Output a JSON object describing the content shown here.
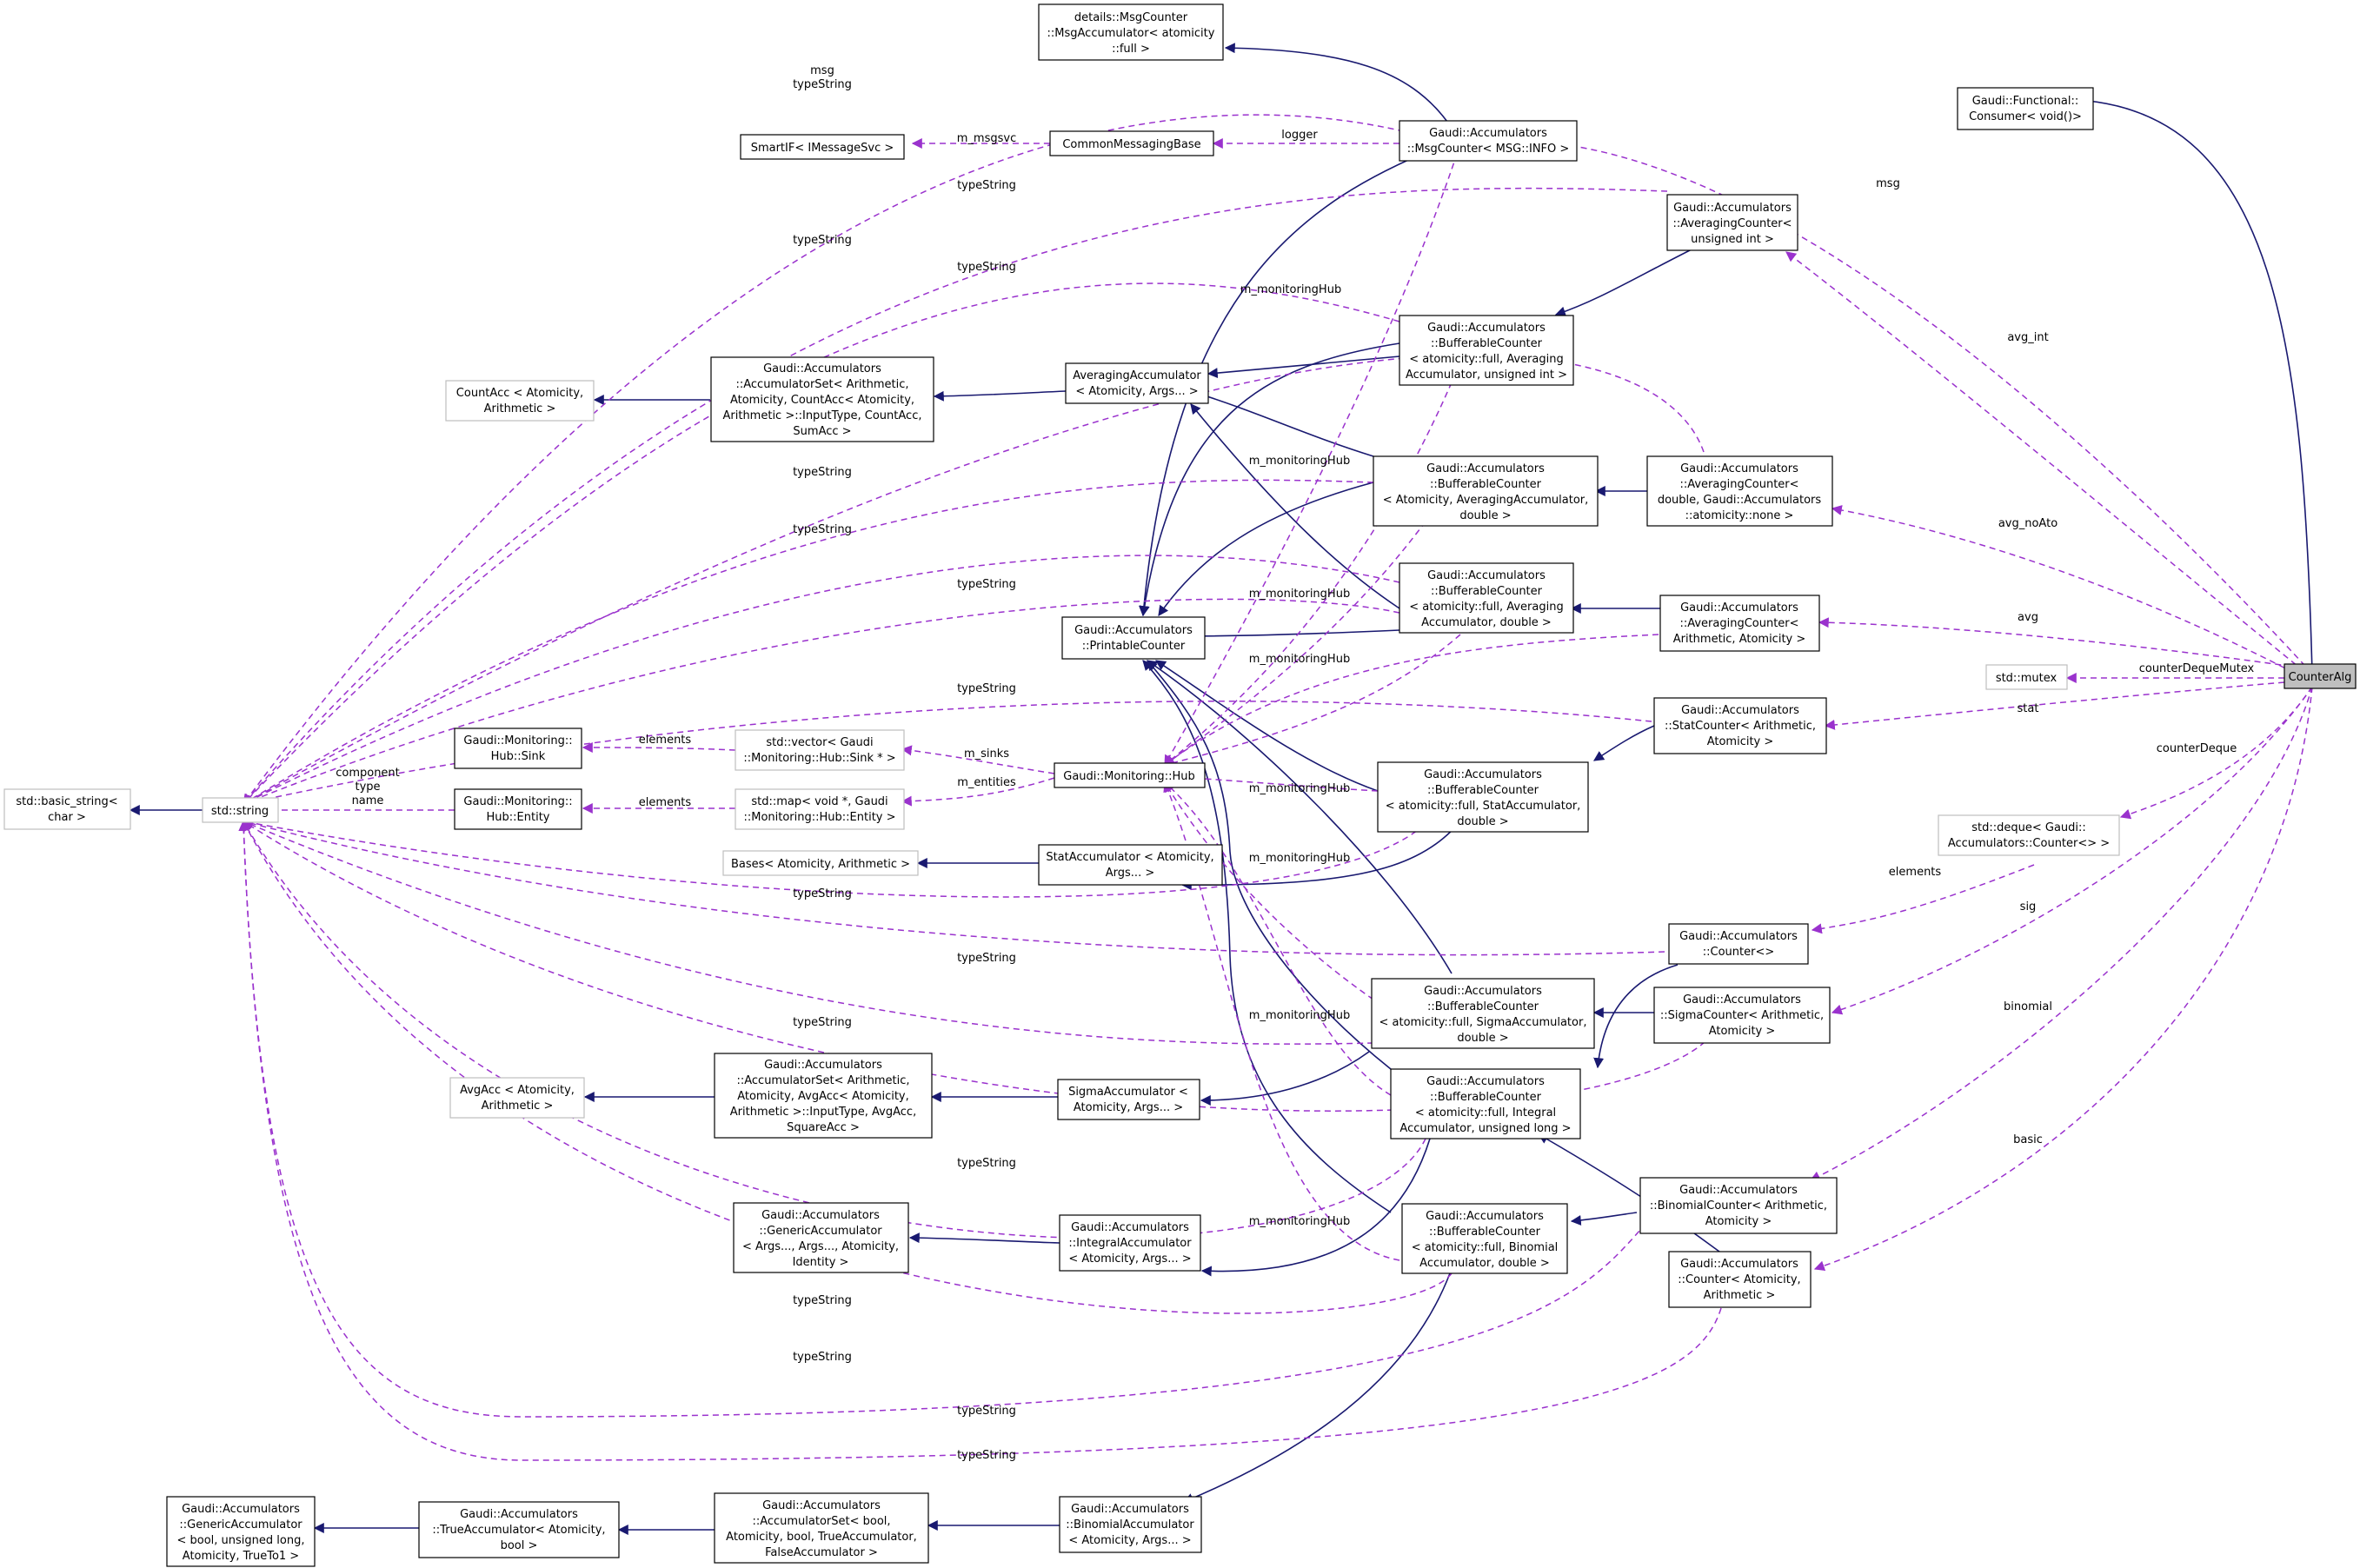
{
  "colors": {
    "inherit_edge": "#191970",
    "usage_edge": "#9a32cd",
    "node_border": "#000000",
    "ghost_border": "#bfbfbf",
    "highlight_fill": "#bfbfbf",
    "background": "#ffffff"
  },
  "nodes": {
    "counteralg": {
      "lines": [
        "CounterAlg"
      ]
    },
    "functional_consumer": {
      "lines": [
        "Gaudi::Functional::",
        "Consumer< void()>"
      ]
    },
    "msgcounter_acc": {
      "lines": [
        "details::MsgCounter",
        "::MsgAccumulator< atomicity",
        "::full >"
      ]
    },
    "msgcounter": {
      "lines": [
        "Gaudi::Accumulators",
        "::MsgCounter< MSG::INFO >"
      ]
    },
    "commonmessaging": {
      "lines": [
        "CommonMessagingBase"
      ]
    },
    "smartif": {
      "lines": [
        "SmartIF< IMessageSvc >"
      ]
    },
    "avg_counter_uint": {
      "lines": [
        "Gaudi::Accumulators",
        "::AveragingCounter<",
        "unsigned int >"
      ]
    },
    "buf_avg_uint": {
      "lines": [
        "Gaudi::Accumulators",
        "::BufferableCounter",
        "< atomicity::full, Averaging",
        "Accumulator, unsigned int >"
      ]
    },
    "averaging_acc": {
      "lines": [
        "AveragingAccumulator",
        "< Atomicity, Args... >"
      ]
    },
    "accset_count_sum": {
      "lines": [
        "Gaudi::Accumulators",
        "::AccumulatorSet< Arithmetic,",
        "Atomicity, CountAcc< Atomicity,",
        "Arithmetic >::InputType, CountAcc,",
        "SumAcc >"
      ]
    },
    "countacc": {
      "lines": [
        "CountAcc < Atomicity,",
        "Arithmetic >"
      ]
    },
    "buf_avg_atom_double": {
      "lines": [
        "Gaudi::Accumulators",
        "::BufferableCounter",
        "< Atomicity, AveragingAccumulator,",
        "double >"
      ]
    },
    "avg_counter_double_none": {
      "lines": [
        "Gaudi::Accumulators",
        "::AveragingCounter<",
        "double, Gaudi::Accumulators",
        "::atomicity::none >"
      ]
    },
    "buf_avg_full_double": {
      "lines": [
        "Gaudi::Accumulators",
        "::BufferableCounter",
        "< atomicity::full, Averaging",
        "Accumulator, double >"
      ]
    },
    "avg_counter_arith": {
      "lines": [
        "Gaudi::Accumulators",
        "::AveragingCounter<",
        "Arithmetic, Atomicity >"
      ]
    },
    "printable_counter": {
      "lines": [
        "Gaudi::Accumulators",
        "::PrintableCounter"
      ]
    },
    "std_mutex": {
      "lines": [
        "std::mutex"
      ]
    },
    "stat_counter": {
      "lines": [
        "Gaudi::Accumulators",
        "::StatCounter< Arithmetic,",
        "Atomicity >"
      ]
    },
    "hub_sink": {
      "lines": [
        "Gaudi::Monitoring::",
        "Hub::Sink"
      ]
    },
    "vector_sink": {
      "lines": [
        "std::vector< Gaudi",
        "::Monitoring::Hub::Sink * >"
      ]
    },
    "monitoring_hub": {
      "lines": [
        "Gaudi::Monitoring::Hub"
      ]
    },
    "buf_stat_full_double": {
      "lines": [
        "Gaudi::Accumulators",
        "::BufferableCounter",
        "< atomicity::full, StatAccumulator,",
        "double >"
      ]
    },
    "basic_string": {
      "lines": [
        "std::basic_string<",
        "char >"
      ]
    },
    "std_string": {
      "lines": [
        "std::string"
      ]
    },
    "hub_entity": {
      "lines": [
        "Gaudi::Monitoring::",
        "Hub::Entity"
      ]
    },
    "map_entity": {
      "lines": [
        "std::map< void *, Gaudi",
        "::Monitoring::Hub::Entity >"
      ]
    },
    "deque_counter": {
      "lines": [
        "std::deque< Gaudi::",
        "Accumulators::Counter<> >"
      ]
    },
    "bases": {
      "lines": [
        "Bases< Atomicity, Arithmetic >"
      ]
    },
    "stat_acc": {
      "lines": [
        "StatAccumulator < Atomicity,",
        "Args... >"
      ]
    },
    "counter_default": {
      "lines": [
        "Gaudi::Accumulators",
        "::Counter<>"
      ]
    },
    "buf_sigma_full_double": {
      "lines": [
        "Gaudi::Accumulators",
        "::BufferableCounter",
        "< atomicity::full, SigmaAccumulator,",
        "double >"
      ]
    },
    "sigma_counter": {
      "lines": [
        "Gaudi::Accumulators",
        "::SigmaCounter< Arithmetic,",
        "Atomicity >"
      ]
    },
    "avgacc": {
      "lines": [
        "AvgAcc < Atomicity,",
        "Arithmetic >"
      ]
    },
    "accset_avg_square": {
      "lines": [
        "Gaudi::Accumulators",
        "::AccumulatorSet< Arithmetic,",
        "Atomicity, AvgAcc< Atomicity,",
        "Arithmetic >::InputType, AvgAcc,",
        "SquareAcc >"
      ]
    },
    "sigma_acc": {
      "lines": [
        "SigmaAccumulator <",
        "Atomicity, Args... >"
      ]
    },
    "buf_integral_ulong": {
      "lines": [
        "Gaudi::Accumulators",
        "::BufferableCounter",
        "< atomicity::full, Integral",
        "Accumulator, unsigned long >"
      ]
    },
    "generic_acc": {
      "lines": [
        "Gaudi::Accumulators",
        "::GenericAccumulator",
        "< Args..., Args..., Atomicity,",
        "Identity >"
      ]
    },
    "integral_acc": {
      "lines": [
        "Gaudi::Accumulators",
        "::IntegralAccumulator",
        "< Atomicity, Args... >"
      ]
    },
    "buf_binomial_double": {
      "lines": [
        "Gaudi::Accumulators",
        "::BufferableCounter",
        "< atomicity::full, Binomial",
        "Accumulator, double >"
      ]
    },
    "binomial_counter": {
      "lines": [
        "Gaudi::Accumulators",
        "::BinomialCounter< Arithmetic,",
        "Atomicity >"
      ]
    },
    "counter_atom_arith": {
      "lines": [
        "Gaudi::Accumulators",
        "::Counter< Atomicity,",
        "Arithmetic >"
      ]
    },
    "generic_acc_bool": {
      "lines": [
        "Gaudi::Accumulators",
        "::GenericAccumulator",
        "< bool, unsigned long,",
        "Atomicity, TrueTo1 >"
      ]
    },
    "true_acc": {
      "lines": [
        "Gaudi::Accumulators",
        "::TrueAccumulator< Atomicity,",
        "bool >"
      ]
    },
    "accset_bool": {
      "lines": [
        "Gaudi::Accumulators",
        "::AccumulatorSet< bool,",
        "Atomicity, bool, TrueAccumulator,",
        "FalseAccumulator >"
      ]
    },
    "binomial_acc": {
      "lines": [
        "Gaudi::Accumulators",
        "::BinomialAccumulator",
        "< Atomicity, Args... >"
      ]
    }
  },
  "edge_labels": {
    "msg_typestring": {
      "lines": [
        "msg",
        "typeString"
      ]
    },
    "m_msgsvc": {
      "lines": [
        "m_msgsvc"
      ]
    },
    "logger": {
      "lines": [
        "logger"
      ]
    },
    "msg": {
      "lines": [
        "msg"
      ]
    },
    "typestring_1": {
      "lines": [
        "typeString"
      ]
    },
    "typestring_2": {
      "lines": [
        "typeString"
      ]
    },
    "typestring_3": {
      "lines": [
        "typeString"
      ]
    },
    "m_monitoringhub_1": {
      "lines": [
        "m_monitoringHub"
      ]
    },
    "avg_int": {
      "lines": [
        "avg_int"
      ]
    },
    "typestring_4": {
      "lines": [
        "typeString"
      ]
    },
    "m_monitoringhub_2": {
      "lines": [
        "m_monitoringHub"
      ]
    },
    "avg_noato": {
      "lines": [
        "avg_noAto"
      ]
    },
    "typestring_5": {
      "lines": [
        "typeString"
      ]
    },
    "typestring_6": {
      "lines": [
        "typeString"
      ]
    },
    "m_monitoringhub_3": {
      "lines": [
        "m_monitoringHub"
      ]
    },
    "avg": {
      "lines": [
        "avg"
      ]
    },
    "m_monitoringhub_4": {
      "lines": [
        "m_monitoringHub"
      ]
    },
    "counterdequemutex": {
      "lines": [
        "counterDequeMutex"
      ]
    },
    "typestring_7": {
      "lines": [
        "typeString"
      ]
    },
    "stat": {
      "lines": [
        "stat"
      ]
    },
    "elements_sink": {
      "lines": [
        "elements"
      ]
    },
    "m_sinks": {
      "lines": [
        "m_sinks"
      ]
    },
    "counterdeque": {
      "lines": [
        "counterDeque"
      ]
    },
    "component_type_name": {
      "lines": [
        "component",
        "type",
        "name"
      ]
    },
    "m_entities": {
      "lines": [
        "m_entities"
      ]
    },
    "m_monitoringhub_5": {
      "lines": [
        "m_monitoringHub"
      ]
    },
    "elements_entity": {
      "lines": [
        "elements"
      ]
    },
    "typestring_8": {
      "lines": [
        "typeString"
      ]
    },
    "m_monitoringhub_6": {
      "lines": [
        "m_monitoringHub"
      ]
    },
    "elements_deque": {
      "lines": [
        "elements"
      ]
    },
    "sig": {
      "lines": [
        "sig"
      ]
    },
    "typestring_9": {
      "lines": [
        "typeString"
      ]
    },
    "typestring_10": {
      "lines": [
        "typeString"
      ]
    },
    "binomial": {
      "lines": [
        "binomial"
      ]
    },
    "m_monitoringhub_7": {
      "lines": [
        "m_monitoringHub"
      ]
    },
    "typestring_11": {
      "lines": [
        "typeString"
      ]
    },
    "basic": {
      "lines": [
        "basic"
      ]
    },
    "m_monitoringhub_8": {
      "lines": [
        "m_monitoringHub"
      ]
    },
    "typestring_12": {
      "lines": [
        "typeString"
      ]
    },
    "typestring_13": {
      "lines": [
        "typeString"
      ]
    },
    "typestring_14": {
      "lines": [
        "typeString"
      ]
    },
    "typestring_15": {
      "lines": [
        "typeString"
      ]
    }
  }
}
